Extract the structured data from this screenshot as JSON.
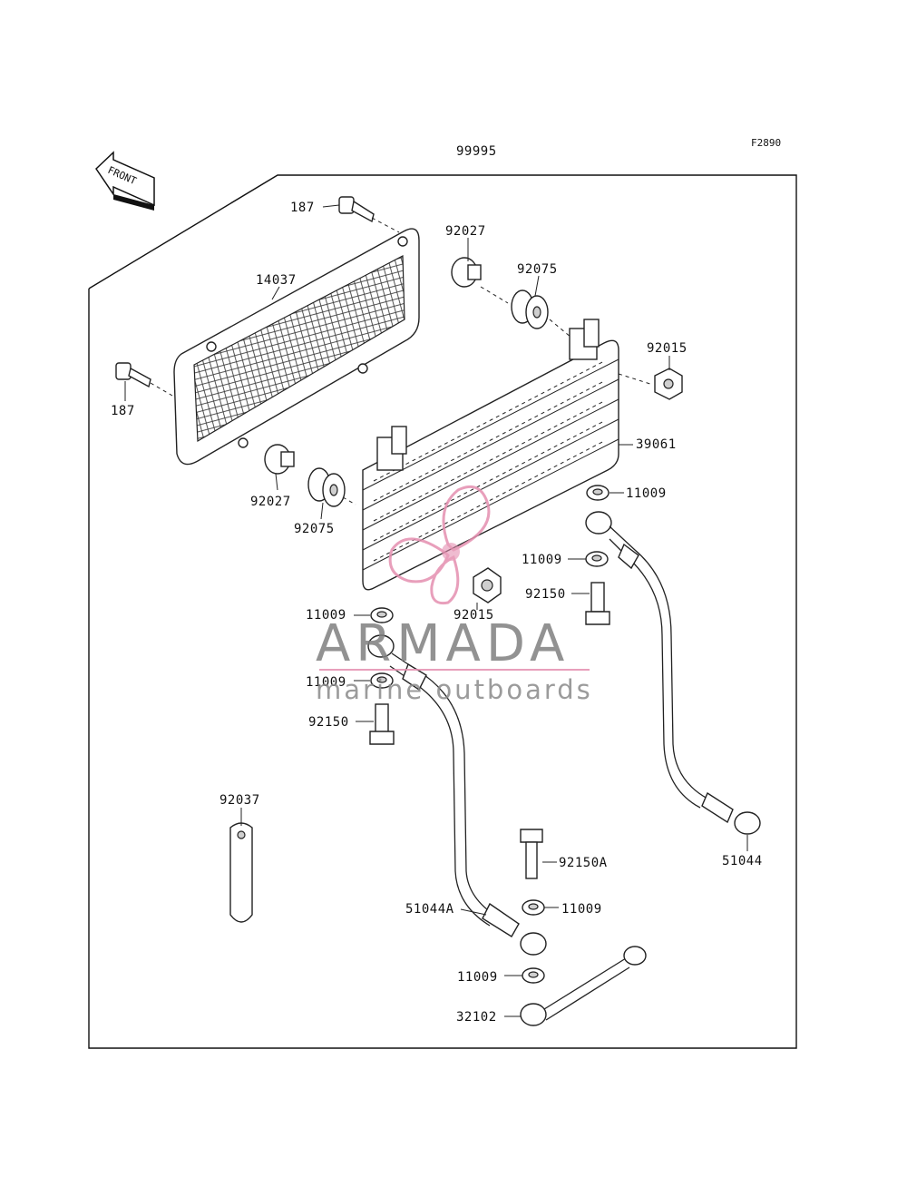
{
  "figure_code": "F2890",
  "assembly_number": "99995",
  "front_arrow_text": "FRONT",
  "watermark": {
    "brand": "ARMADA",
    "tagline": "marine outboards",
    "accent_color": "#e58fb0",
    "text_color": "#7f7f7f"
  },
  "parts": {
    "bolt_top": "187",
    "bolt_left": "187",
    "screen": "14037",
    "collar_top": "92027",
    "collar_bottom": "92027",
    "damper_top": "92075",
    "damper_bottom": "92075",
    "nut_right": "92015",
    "nut_bottom": "92015",
    "oil_cooler": "39061",
    "gasket_a": "11009",
    "gasket_b": "11009",
    "gasket_c": "11009",
    "gasket_d": "11009",
    "gasket_e": "11009",
    "gasket_f": "11009",
    "bolt_banjo_right": "92150",
    "bolt_banjo_left": "92150",
    "bolt_banjo_a": "92150A",
    "band": "92037",
    "hose_right": "51044",
    "hose_left": "51044A",
    "pipe": "32102"
  }
}
